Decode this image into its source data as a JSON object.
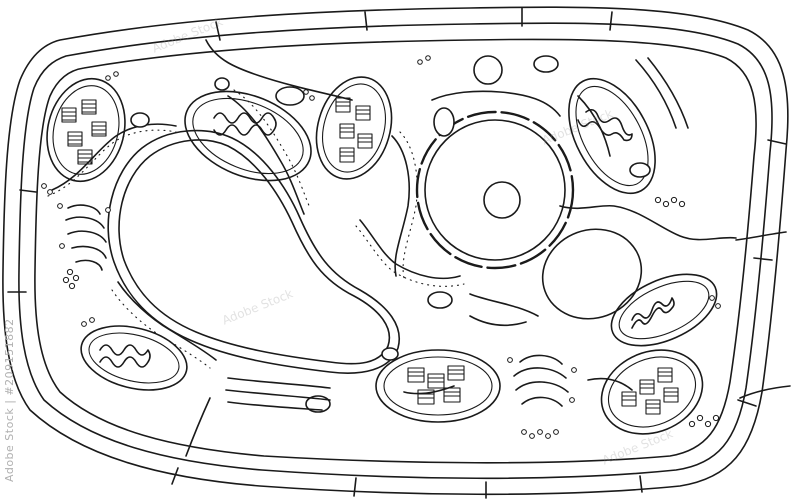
{
  "diagram": {
    "subject": "plant-cell-outline",
    "colors": {
      "stroke": "#1a1a1a",
      "background": "#ffffff",
      "watermark": "#b0b0b0"
    }
  },
  "watermark": {
    "side_text": "Adobe Stock | #209151882",
    "tile_text": "Adobe Stock"
  }
}
